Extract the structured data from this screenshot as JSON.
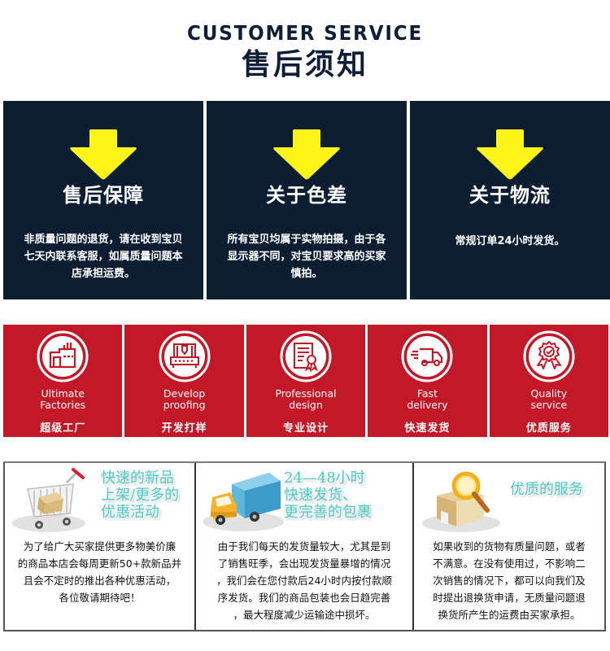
{
  "header": {
    "title_en": "CUSTOMER SERVICE",
    "title_zh": "售后须知"
  },
  "colors": {
    "navy": "#0d1e33",
    "arrow_yellow": "#fff51a",
    "red": "#c31827",
    "teal_heading": "#4cc8c4"
  },
  "policies": [
    {
      "icon": "down-arrow-icon",
      "title": "售后保障",
      "desc": "非质量问题的退货，请在收到宝贝七天内联系客服，如属质量问题本店承担运费。"
    },
    {
      "icon": "down-arrow-icon",
      "title": "关于色差",
      "desc": "所有宝贝均属于实物拍摄，由于各显示器不同，对宝贝要求高的买家慎拍。"
    },
    {
      "icon": "down-arrow-icon",
      "title": "关于物流",
      "desc": "常规订单24小时发货。"
    }
  ],
  "features": [
    {
      "icon": "factory-icon",
      "en_line1": "Ultimate",
      "en_line2": "Factories",
      "zh": "超级工厂"
    },
    {
      "icon": "machine-icon",
      "en_line1": "Develop",
      "en_line2": "proofing",
      "zh": "开发打样"
    },
    {
      "icon": "certificate-icon",
      "en_line1": "Professional",
      "en_line2": "design",
      "zh": "专业设计"
    },
    {
      "icon": "truck-icon",
      "en_line1": "Fast",
      "en_line2": "delivery",
      "zh": "快速发货"
    },
    {
      "icon": "award-badge-icon",
      "en_line1": "Quality",
      "en_line2": "service",
      "zh": "优质服务"
    }
  ],
  "services": [
    {
      "icon": "shopping-cart-icon",
      "headline": [
        "快速的新品",
        "上架/更多的",
        "优惠活动"
      ],
      "body": [
        "为了给广大买家提供更多物美价廉",
        "的商品本店会每周更新50+款新品并",
        "且会不定时的推出各种优惠活动，",
        "各位敬请期待吧！"
      ]
    },
    {
      "icon": "delivery-truck-icon",
      "headline": [
        "24—48小时",
        "快速发货、",
        "更完善的包裹"
      ],
      "body": [
        "由于我们每天的发货量较大，尤其是到",
        "了销售旺季，会出现发货量暴增的情况",
        "，我们会在您付款后24小时内按付款顺",
        "序发货。我们的商品包装也会日趋完善",
        "，最大程度减少运输途中损坏。"
      ]
    },
    {
      "icon": "magnifier-box-icon",
      "headline": [
        "优质的服务"
      ],
      "body": [
        "如果收到的货物有质量问题，或者",
        "不满意。在没有使用过，不影响二",
        "次销售的情况下，都可以向我们及",
        "时提出退换货申请，无质量问题退",
        "换货所产生的运费由买家承担。"
      ]
    }
  ]
}
